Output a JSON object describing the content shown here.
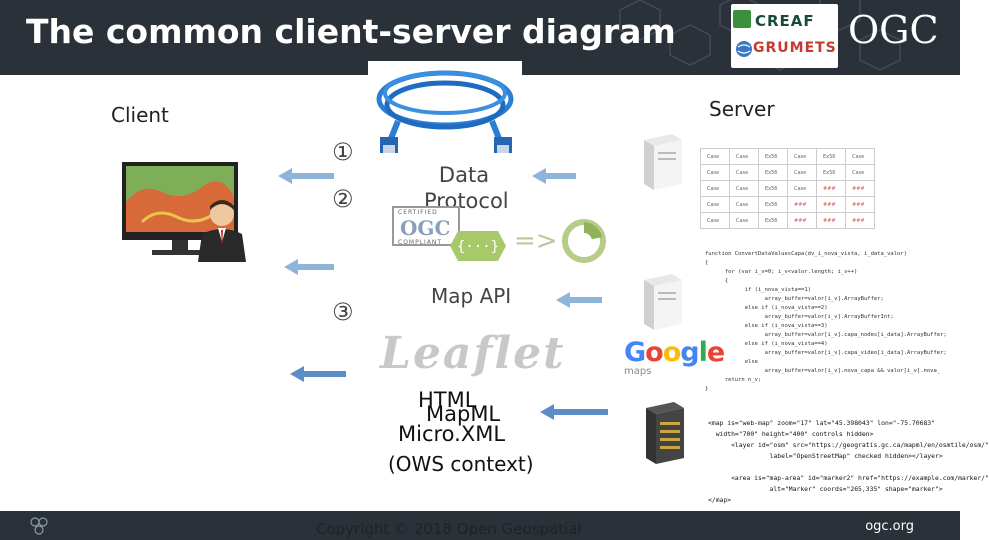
{
  "slide": {
    "title": "The common client-server diagram",
    "logos": {
      "creaf": "CREAF",
      "grumets": "GRUMETS",
      "ogc": "OGC"
    },
    "footer_url": "ogc.org",
    "copyright": "Copyright © 2018 Open Geospatial"
  },
  "diagram": {
    "client_label": "Client",
    "server_label": "Server",
    "step_numbers": [
      "①",
      "②",
      "③"
    ],
    "data_protocol": "Data Protocol",
    "map_api": "Map API",
    "formats": {
      "html": "HTML",
      "mapml": "MapML",
      "microxml": "Micro.XML",
      "ows": "(OWS context)"
    },
    "leaflet": "Leaflet",
    "google": "Google",
    "google_maps": "maps",
    "transform_arrow": "=>",
    "certified": "CERTIFIED",
    "certified_ogc": "OGC",
    "compliant": "COMPLIANT"
  },
  "server_table": [
    [
      "Case",
      "Case",
      "Ex56",
      "Case",
      "Ex56",
      "Case"
    ],
    [
      "Case",
      "Case",
      "Ex56",
      "Case",
      "Ex56",
      "Case"
    ],
    [
      "Case",
      "Case",
      "Ex56",
      "Case",
      "###",
      "###"
    ],
    [
      "Case",
      "Case",
      "Ex56",
      "###",
      "###",
      "###"
    ],
    [
      "Case",
      "Case",
      "Ex56",
      "###",
      "###",
      "###"
    ]
  ],
  "code_js": [
    "function ConvertDataValuesCapa(dv_i_nova_vista, i_data_valor)",
    "{",
    "      for (var i_v=0; i_v<valor.length; i_v++)",
    "      {",
    "            if (i_nova_vista==1)",
    "                  array_buffer=valor[i_v].ArrayBuffer;",
    "            else if (i_nova_vista==2)",
    "                  array_buffer=valor[i_v].ArrayBufferInt;",
    "            else if (i_nova_vista==3)",
    "                  array_buffer=valor[i_v].capa_nodes[i_data].ArrayBuffer;",
    "            else if (i_nova_vista==4)",
    "                  array_buffer=valor[i_v].capa_video[i_data].ArrayBuffer;",
    "            else",
    "                  array_buffer=valor[i_v].nova_capa && valor[i_v].nova_",
    "      return n_v;",
    "}"
  ],
  "code_mapml": [
    "<map is=\"web-map\" zoom=\"17\" lat=\"45.398043\" lon=\"-75.70683\"",
    "  width=\"700\" height=\"400\" controls hidden>",
    "      <layer id=\"osm\" src=\"https://geogratis.gc.ca/mapml/en/osmtile/osm/\"",
    "                label=\"OpenStreetMap\" checked hidden></layer>",
    "",
    "      <area is=\"map-area\" id=\"marker2\" href=\"https://example.com/marker/\"",
    "                alt=\"Marker\" coords=\"265,335\" shape=\"marker\">",
    "</map>"
  ],
  "colors": {
    "band": "#2b3138",
    "arrow": "#8fb4d9",
    "arrow_dark": "#5b8ec7",
    "cable": "#2a7fd4"
  }
}
